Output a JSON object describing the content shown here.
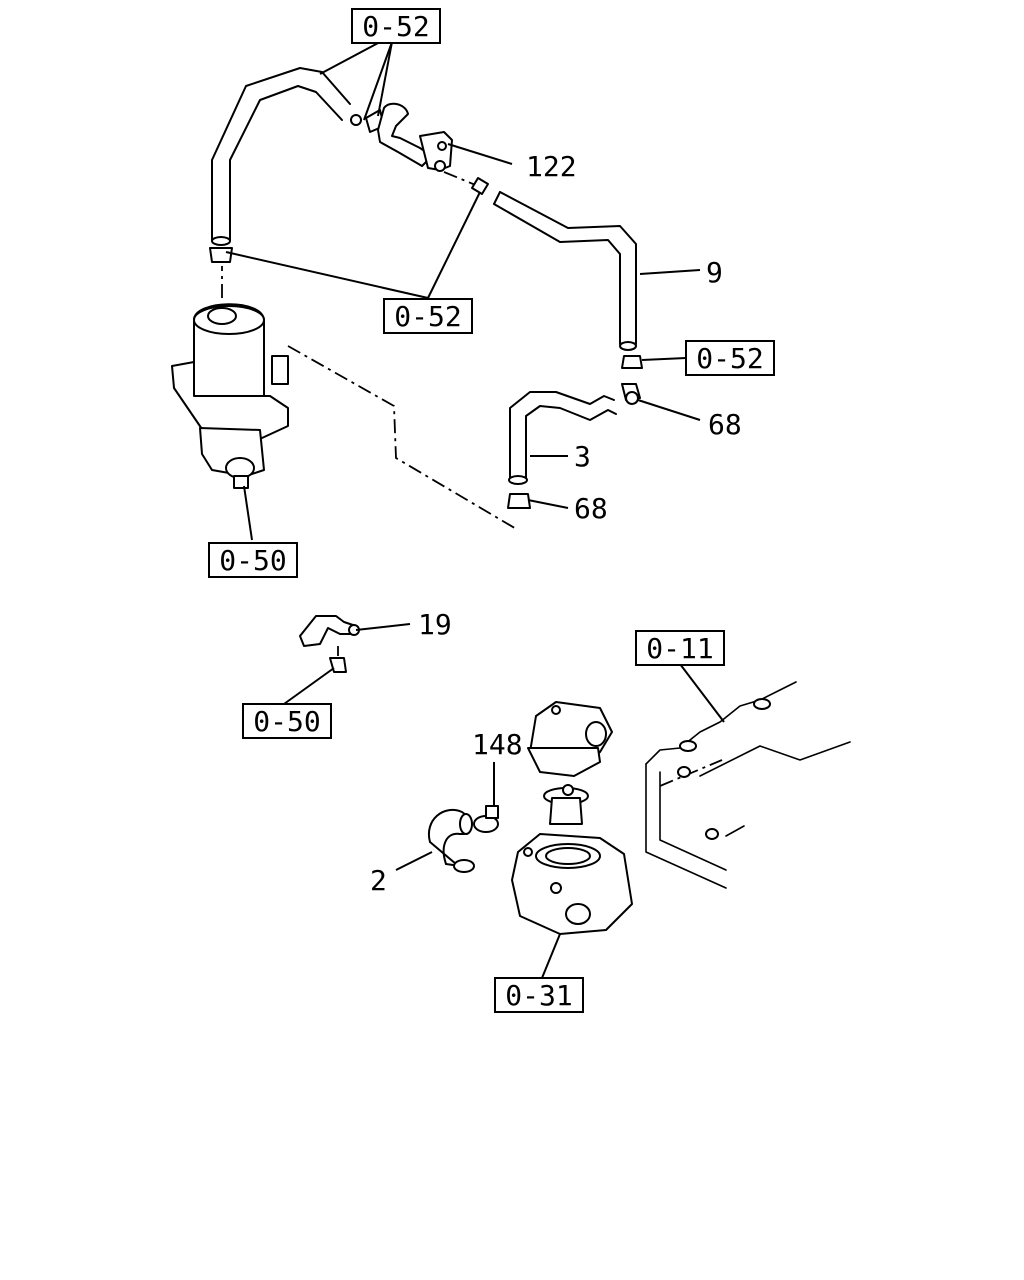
{
  "refs": {
    "r1": "0-52",
    "r2": "0-52",
    "r3": "0-52",
    "r4": "0-50",
    "r5": "0-50",
    "r6": "0-11",
    "r7": "0-31"
  },
  "parts": {
    "p122": "122",
    "p9": "9",
    "p68a": "68",
    "p3": "3",
    "p68b": "68",
    "p19": "19",
    "p148": "148",
    "p2": "2"
  }
}
